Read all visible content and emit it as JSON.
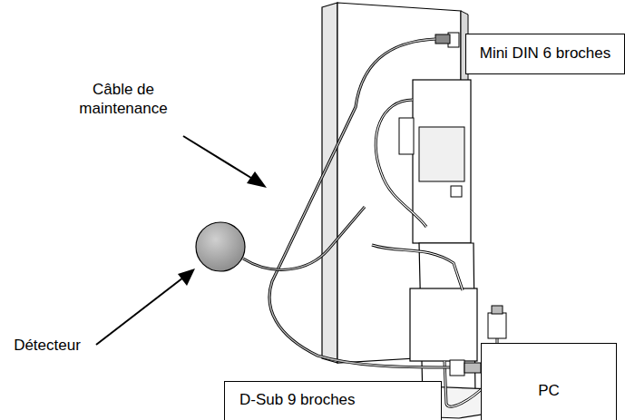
{
  "diagram": {
    "nodes": [
      {
        "text": [
          "Mini DIN 6 broches"
        ]
      },
      {
        "text": [
          "PC"
        ]
      },
      {
        "text": [
          "D-Sub 9 broches"
        ]
      }
    ],
    "labels": [
      "Câble de maintenance",
      "Détecteur"
    ]
  }
}
